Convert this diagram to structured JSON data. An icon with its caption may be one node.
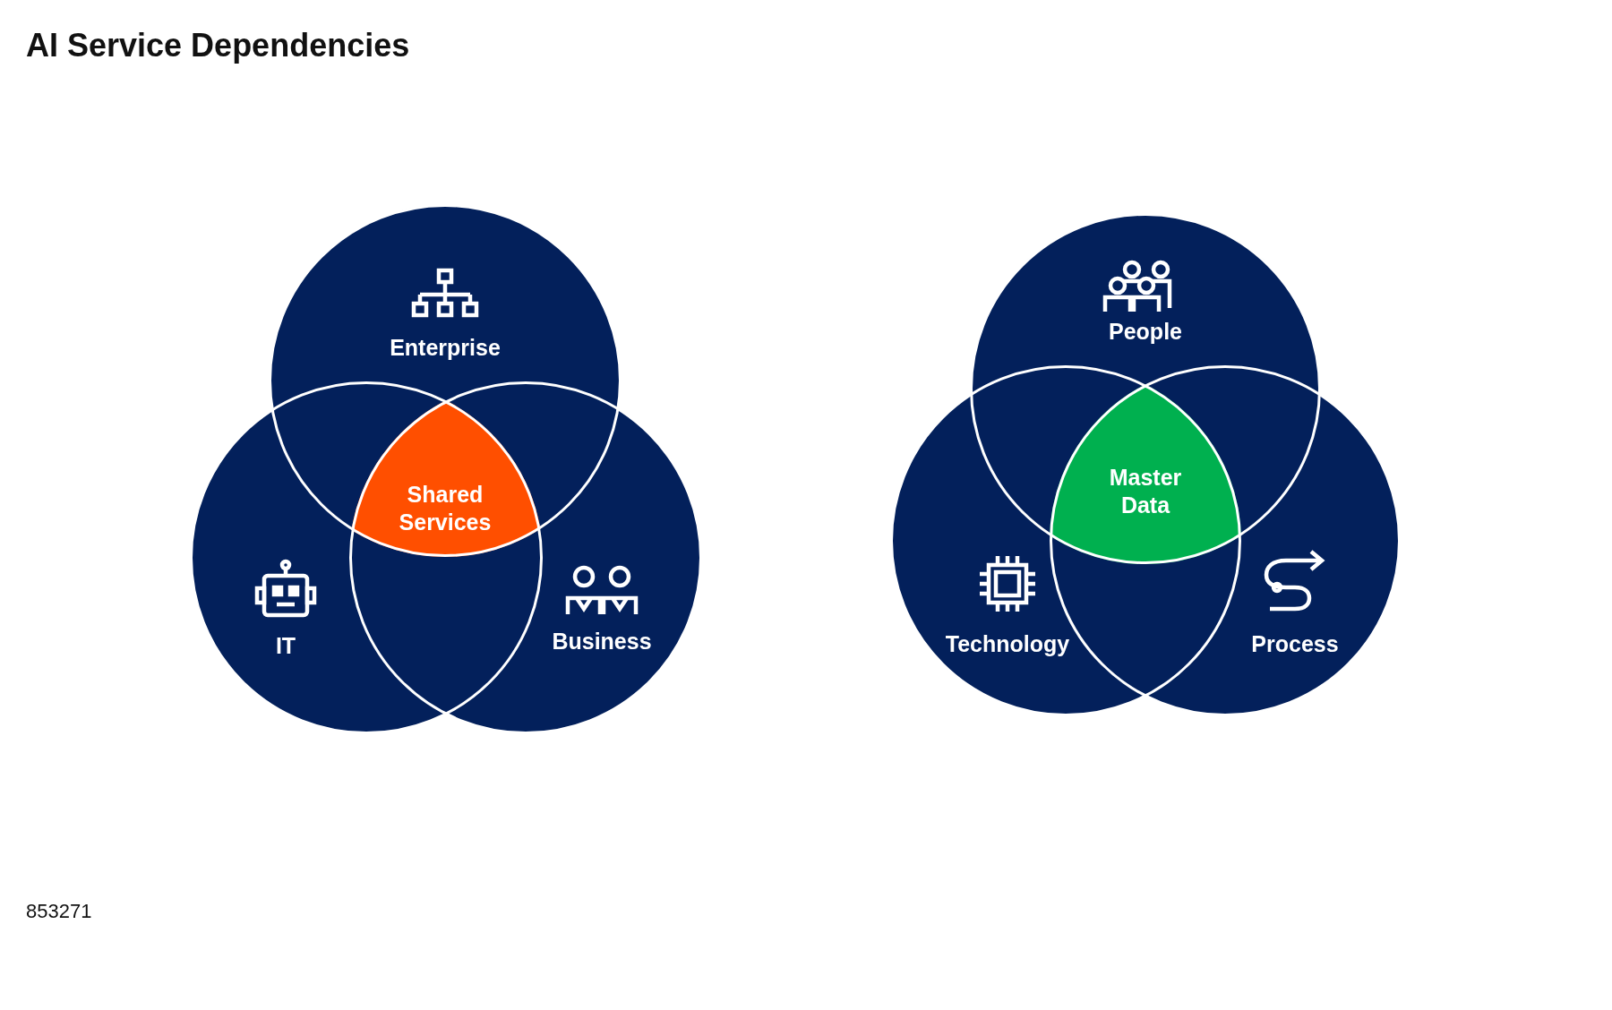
{
  "diagram": {
    "title": "AI Service Dependencies",
    "nodes": [
      {
        "text": [
          "Enterprise"
        ]
      },
      {
        "text": [
          "IT"
        ]
      },
      {
        "text": [
          "Business"
        ]
      },
      {
        "text": [
          "Shared Services"
        ]
      },
      {
        "text": [
          "People"
        ]
      },
      {
        "text": [
          "Technology"
        ]
      },
      {
        "text": [
          "Process"
        ]
      },
      {
        "text": [
          "Master Data"
        ]
      }
    ],
    "labels": [
      "853271"
    ]
  }
}
